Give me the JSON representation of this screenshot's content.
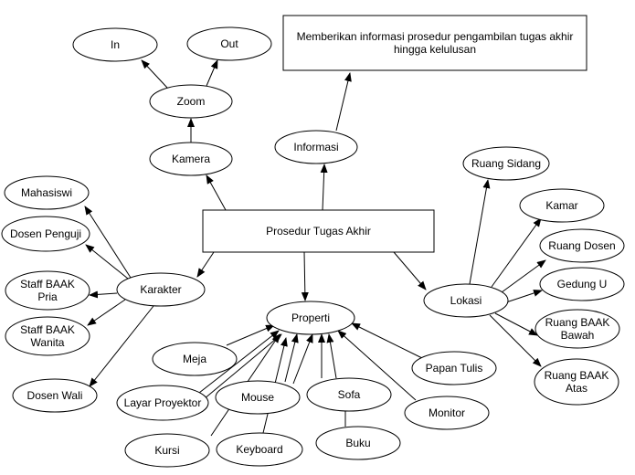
{
  "diagram": {
    "center": {
      "label": "Prosedur Tugas Akhir"
    },
    "info_box": {
      "lines": [
        "Memberikan informasi prosedur pengambilan tugas akhir",
        "hingga kelulusan"
      ]
    },
    "nodes": {
      "informasi": {
        "label": "Informasi"
      },
      "kamera": {
        "label": "Kamera"
      },
      "zoom": {
        "label": "Zoom"
      },
      "zoom_in": {
        "label": "In"
      },
      "zoom_out": {
        "label": "Out"
      },
      "karakter": {
        "label": "Karakter"
      },
      "mahasiswi": {
        "label": "Mahasiswi"
      },
      "dosen_penguji": {
        "label": "Dosen Penguji"
      },
      "staff_pria": {
        "lines": [
          "Staff BAAK",
          "Pria"
        ]
      },
      "staff_wanita": {
        "lines": [
          "Staff BAAK",
          "Wanita"
        ]
      },
      "dosen_wali": {
        "label": "Dosen Wali"
      },
      "properti": {
        "label": "Properti"
      },
      "meja": {
        "label": "Meja"
      },
      "layar_proyektor": {
        "label": "Layar Proyektor"
      },
      "kursi": {
        "label": "Kursi"
      },
      "mouse": {
        "label": "Mouse"
      },
      "keyboard": {
        "label": "Keyboard"
      },
      "sofa": {
        "label": "Sofa"
      },
      "buku": {
        "label": "Buku"
      },
      "papan_tulis": {
        "label": "Papan Tulis"
      },
      "monitor": {
        "label": "Monitor"
      },
      "lokasi": {
        "label": "Lokasi"
      },
      "ruang_sidang": {
        "label": "Ruang Sidang"
      },
      "kamar": {
        "label": "Kamar"
      },
      "ruang_dosen": {
        "label": "Ruang Dosen"
      },
      "gedung_u": {
        "label": "Gedung U"
      },
      "ruang_baak_bawah": {
        "lines": [
          "Ruang BAAK",
          "Bawah"
        ]
      },
      "ruang_baak_atas": {
        "lines": [
          "Ruang BAAK",
          "Atas"
        ]
      }
    }
  }
}
